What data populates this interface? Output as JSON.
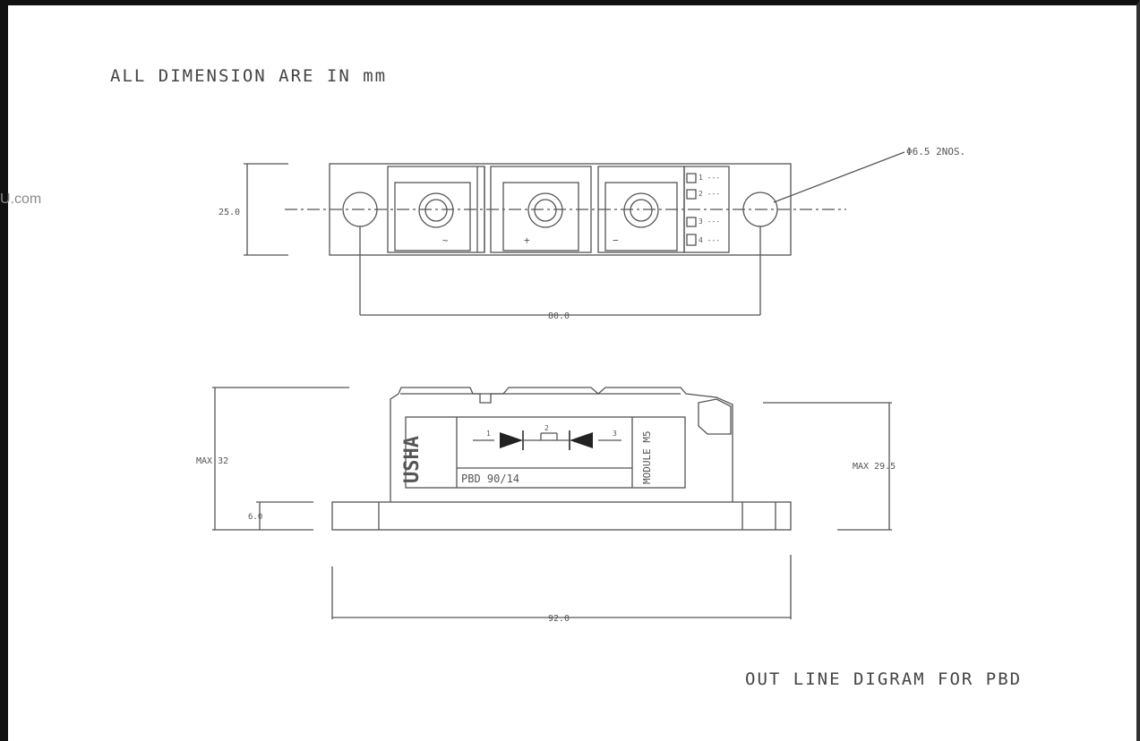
{
  "heading": "ALL DIMENSION ARE IN mm",
  "footer": "OUT LINE DIGRAM FOR PBD",
  "watermark": "U.com",
  "top_view": {
    "hole_note": "Φ6.5 2NOS.",
    "width_dim": "25.0",
    "pitch_dim": "80.0",
    "terminal_marks": [
      "~",
      "+",
      "−"
    ],
    "pin_labels": [
      "1 ---",
      "2 ---",
      "3 ---",
      "4 ---"
    ]
  },
  "side_view": {
    "left_height": "MAX 32",
    "right_height": "MAX 29.5",
    "base_thickness": "6.0",
    "base_length": "92.0",
    "logo": "USHA",
    "part_number": "PBD 90/14",
    "module_label": "MODULE M5",
    "diode_marks": [
      "1",
      "2",
      "3"
    ]
  }
}
